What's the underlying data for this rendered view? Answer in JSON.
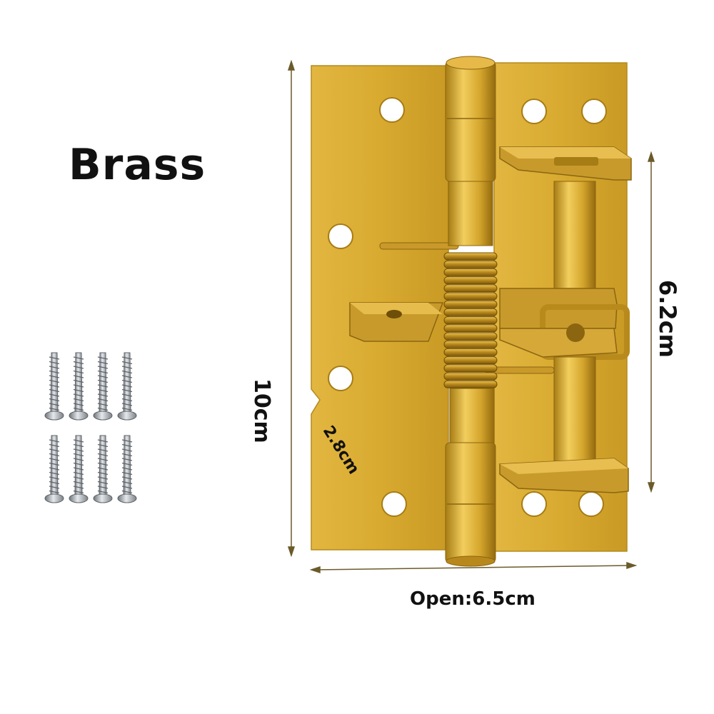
{
  "product": {
    "material_label": "Brass",
    "accent_color": "#D4A52C",
    "shadow_color": "#A67C14",
    "highlight_color": "#F2CE5E"
  },
  "dimensions": {
    "height": "10cm",
    "spring_length": "6.2cm",
    "hole_spacing": "2.8cm",
    "open_width": "Open:6.5cm"
  },
  "accessories": {
    "screw_count": 8,
    "screw_color": "#9AA0A6"
  }
}
